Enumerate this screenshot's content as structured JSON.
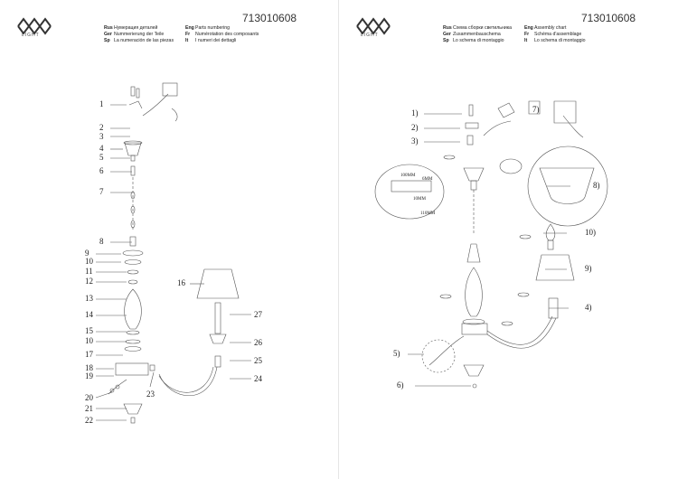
{
  "article": "713010608",
  "logo_text": "LIGHT",
  "left_sheet": {
    "legend": [
      [
        {
          "code": "Rus",
          "text": "Нумерация деталей"
        },
        {
          "code": "Eng",
          "text": "Parts numbering"
        }
      ],
      [
        {
          "code": "Ger",
          "text": "Nummerierung der Teile"
        },
        {
          "code": "Fr",
          "text": "Numérotation des composants"
        }
      ],
      [
        {
          "code": "Sp",
          "text": "La numeración de las piezas"
        },
        {
          "code": "It",
          "text": "I numeri dei dettagli"
        }
      ]
    ],
    "numbers": [
      "1",
      "2",
      "3",
      "4",
      "5",
      "6",
      "7",
      "8",
      "9",
      "10",
      "11",
      "12",
      "13",
      "14",
      "15",
      "10",
      "17",
      "18",
      "19",
      "20",
      "21",
      "22",
      "23",
      "16",
      "27",
      "26",
      "25",
      "24"
    ]
  },
  "right_sheet": {
    "legend": [
      [
        {
          "code": "Rus",
          "text": "Схема сборки светильника"
        },
        {
          "code": "Eng",
          "text": "Assembly chart"
        }
      ],
      [
        {
          "code": "Ger",
          "text": "Zusammenbauschema"
        },
        {
          "code": "Fr",
          "text": "Schéma d'assemblage"
        }
      ],
      [
        {
          "code": "Sp",
          "text": "Lo schema di montaggio"
        },
        {
          "code": "It",
          "text": "Lo schema di montaggio"
        }
      ]
    ],
    "numbers": [
      "1)",
      "2)",
      "3)",
      "7)",
      "8)",
      "10)",
      "9)",
      "4)",
      "5)",
      "6)"
    ],
    "dims": [
      "100MM",
      "6MM",
      "10MM",
      "110MM"
    ]
  }
}
